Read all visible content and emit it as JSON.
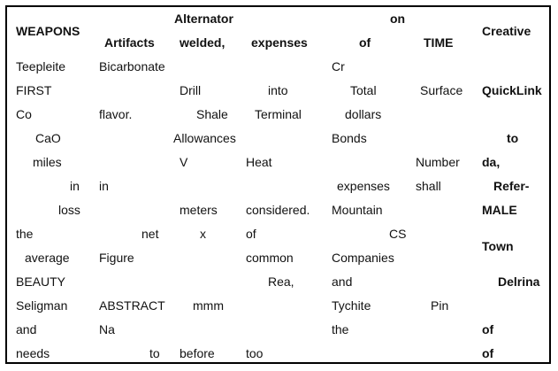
{
  "header": {
    "c1": "WEAPONS",
    "c2": "Artifacts",
    "c3a": "Alternator",
    "c3b": "welded,",
    "c4": "expenses",
    "c5a": "on",
    "c5b": "of",
    "c6": "TIME",
    "c7": "Creative"
  },
  "rows": [
    {
      "c1": "Teepleite",
      "c2": "Bicarbonate",
      "c3": "",
      "c4": "",
      "c5": "Cr",
      "c6": "",
      "c7": ""
    },
    {
      "c1": "FIRST",
      "c2": "",
      "c3": "Drill",
      "c4": "into",
      "c5": "Total",
      "c6": "Surface",
      "c7": "QuickLink"
    },
    {
      "c1": "Co",
      "c2": "flavor.",
      "c3": "Shale",
      "c4": "Terminal",
      "c5": "dollars",
      "c6": "",
      "c7": ""
    },
    {
      "c1": "CaO",
      "c2": "",
      "c3": "Allowances",
      "c4": "",
      "c5": "Bonds",
      "c6": "",
      "c7": "to"
    },
    {
      "c1": "miles",
      "c2": "",
      "c3": "V",
      "c4": "Heat",
      "c5": "",
      "c6": "Number",
      "c7": "da,"
    },
    {
      "c1": "in",
      "c2": "in",
      "c3": "",
      "c4": "",
      "c5": "expenses",
      "c6": "shall",
      "c7": "Refer-"
    },
    {
      "c1": "loss",
      "c2": "",
      "c3": "meters",
      "c4": "considered.",
      "c5": "Mountain",
      "c6": "",
      "c7": "MALE"
    },
    {
      "c1": "the",
      "c2": "net",
      "c3": "x",
      "c4": "of",
      "c5": "CS",
      "c6": "",
      "c7": "Town"
    },
    {
      "c1": "average",
      "c2": "Figure",
      "c3": "",
      "c4": "common",
      "c5": "Companies",
      "c6": "",
      "c7": ""
    },
    {
      "c1": "BEAUTY",
      "c2": "",
      "c3": "",
      "c4": "Rea,",
      "c5": "and",
      "c6": "",
      "c7": "Delrina"
    },
    {
      "c1": "Seligman",
      "c2": "ABSTRACT",
      "c3": "mmm",
      "c4": "",
      "c5": "Tychite",
      "c6": "Pin",
      "c7": ""
    },
    {
      "c1": "and",
      "c2": "Na",
      "c3": "",
      "c4": "",
      "c5": "the",
      "c6": "",
      "c7": "of"
    },
    {
      "c1": "needs",
      "c2": "to",
      "c3": "before",
      "c4": "too",
      "c5": "",
      "c6": "",
      "c7": "of"
    }
  ]
}
